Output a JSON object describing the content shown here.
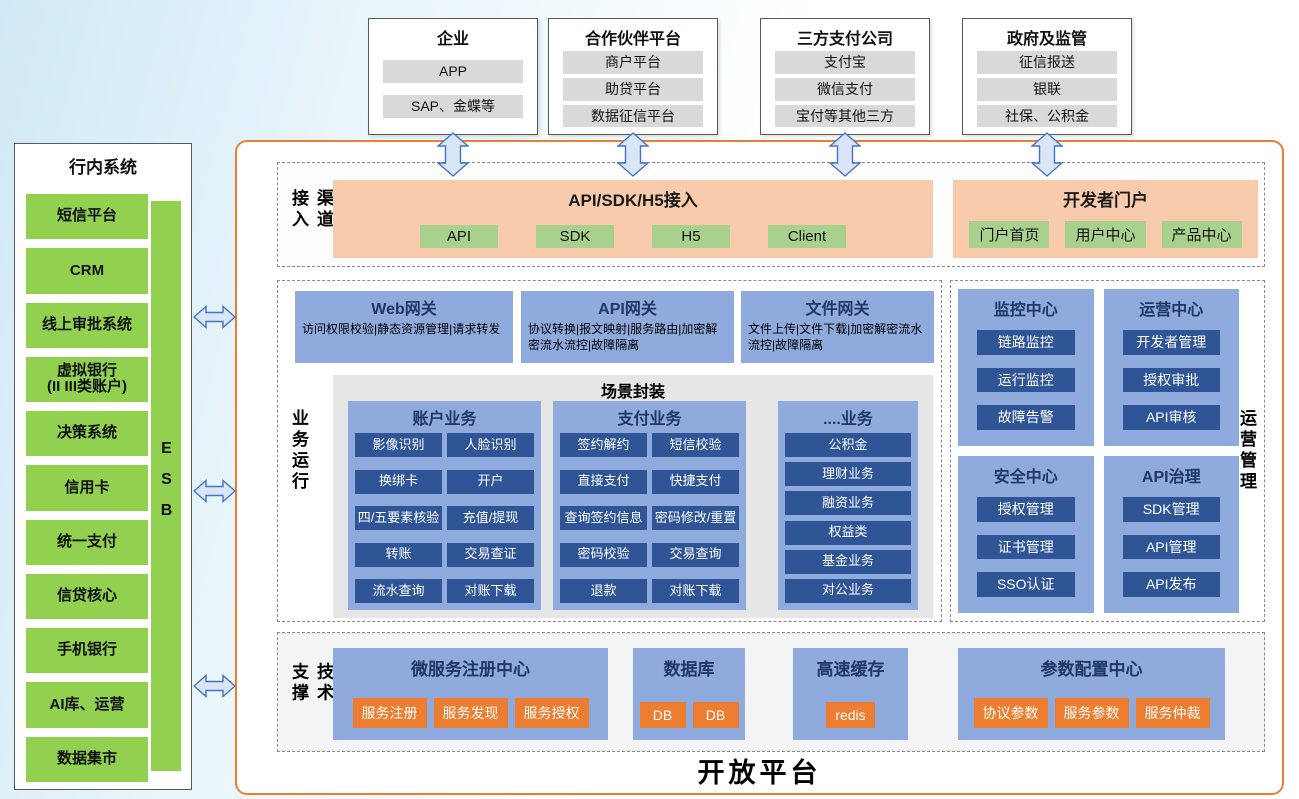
{
  "external_systems": [
    {
      "title": "企业",
      "items": [
        "APP",
        "SAP、金蝶等"
      ]
    },
    {
      "title": "合作伙伴平台",
      "items": [
        "商户平台",
        "助贷平台",
        "数据征信平台"
      ]
    },
    {
      "title": "三方支付公司",
      "items": [
        "支付宝",
        "微信支付",
        "宝付等其他三方"
      ]
    },
    {
      "title": "政府及监管",
      "items": [
        "征信报送",
        "银联",
        "社保、公积金"
      ]
    }
  ],
  "bank_systems": {
    "title": "行内系统",
    "esb": "ESB",
    "items": [
      "短信平台",
      "CRM",
      "线上审批系统",
      "虚拟银行\n(II III类账户)",
      "决策系统",
      "信用卡",
      "统一支付",
      "信贷核心",
      "手机银行",
      "AI库、运营",
      "数据集市"
    ]
  },
  "platform": {
    "title": "开放平台",
    "channel": {
      "label": "渠道接入",
      "api_box": {
        "title": "API/SDK/H5接入",
        "buttons": [
          "API",
          "SDK",
          "H5",
          "Client"
        ]
      },
      "portal": {
        "title": "开发者门户",
        "buttons": [
          "门户首页",
          "用户中心",
          "产品中心"
        ]
      }
    },
    "business": {
      "label": "业务运行",
      "gateways": [
        {
          "title": "Web网关",
          "desc": "访问权限校验|静态资源管理|请求转发"
        },
        {
          "title": "API网关",
          "desc": "协议转换|报文映射|服务路由|加密解密流水流控|故障隔离"
        },
        {
          "title": "文件网关",
          "desc": "文件上传|文件下载|加密解密流水流控|故障隔离"
        }
      ],
      "scene": {
        "title": "场景封装",
        "columns": [
          {
            "title": "账户业务",
            "items": [
              "影像识别",
              "人脸识别",
              "换绑卡",
              "开户",
              "四/五要素核验",
              "充值/提现",
              "转账",
              "交易查证",
              "流水查询",
              "对账下载"
            ]
          },
          {
            "title": "支付业务",
            "items": [
              "签约解约",
              "短信校验",
              "直接支付",
              "快捷支付",
              "查询签约信息",
              "密码修改/重置",
              "密码校验",
              "交易查询",
              "退款",
              "对账下载"
            ]
          },
          {
            "title": "....业务",
            "items": [
              "公积金",
              "理财业务",
              "融资业务",
              "权益类",
              "基金业务",
              "对公业务"
            ]
          }
        ]
      }
    },
    "management": {
      "label": "运营管理",
      "centers": [
        {
          "title": "监控中心",
          "items": [
            "链路监控",
            "运行监控",
            "故障告警"
          ]
        },
        {
          "title": "运营中心",
          "items": [
            "开发者管理",
            "授权审批",
            "API审核"
          ]
        },
        {
          "title": "安全中心",
          "items": [
            "授权管理",
            "证书管理",
            "SSO认证"
          ]
        },
        {
          "title": "API治理",
          "items": [
            "SDK管理",
            "API管理",
            "API发布"
          ]
        }
      ]
    },
    "tech": {
      "label": "技术支撑",
      "groups": [
        {
          "title": "微服务注册中心",
          "items": [
            "服务注册",
            "服务发现",
            "服务授权"
          ]
        },
        {
          "title": "数据库",
          "items": [
            "DB",
            "DB"
          ]
        },
        {
          "title": "高速缓存",
          "items": [
            "redis"
          ]
        },
        {
          "title": "参数配置中心",
          "items": [
            "协议参数",
            "服务参数",
            "服务仲裁"
          ]
        }
      ]
    }
  },
  "colors": {
    "platform_border": "#ED7D31",
    "green": "#92D050",
    "light_green": "#A9D18E",
    "peach": "#F8CBAD",
    "panel_blue": "#8FAADC",
    "dark_blue": "#2F5597",
    "orange_button": "#ED7D31",
    "gray_item": "#D9D9D9"
  }
}
